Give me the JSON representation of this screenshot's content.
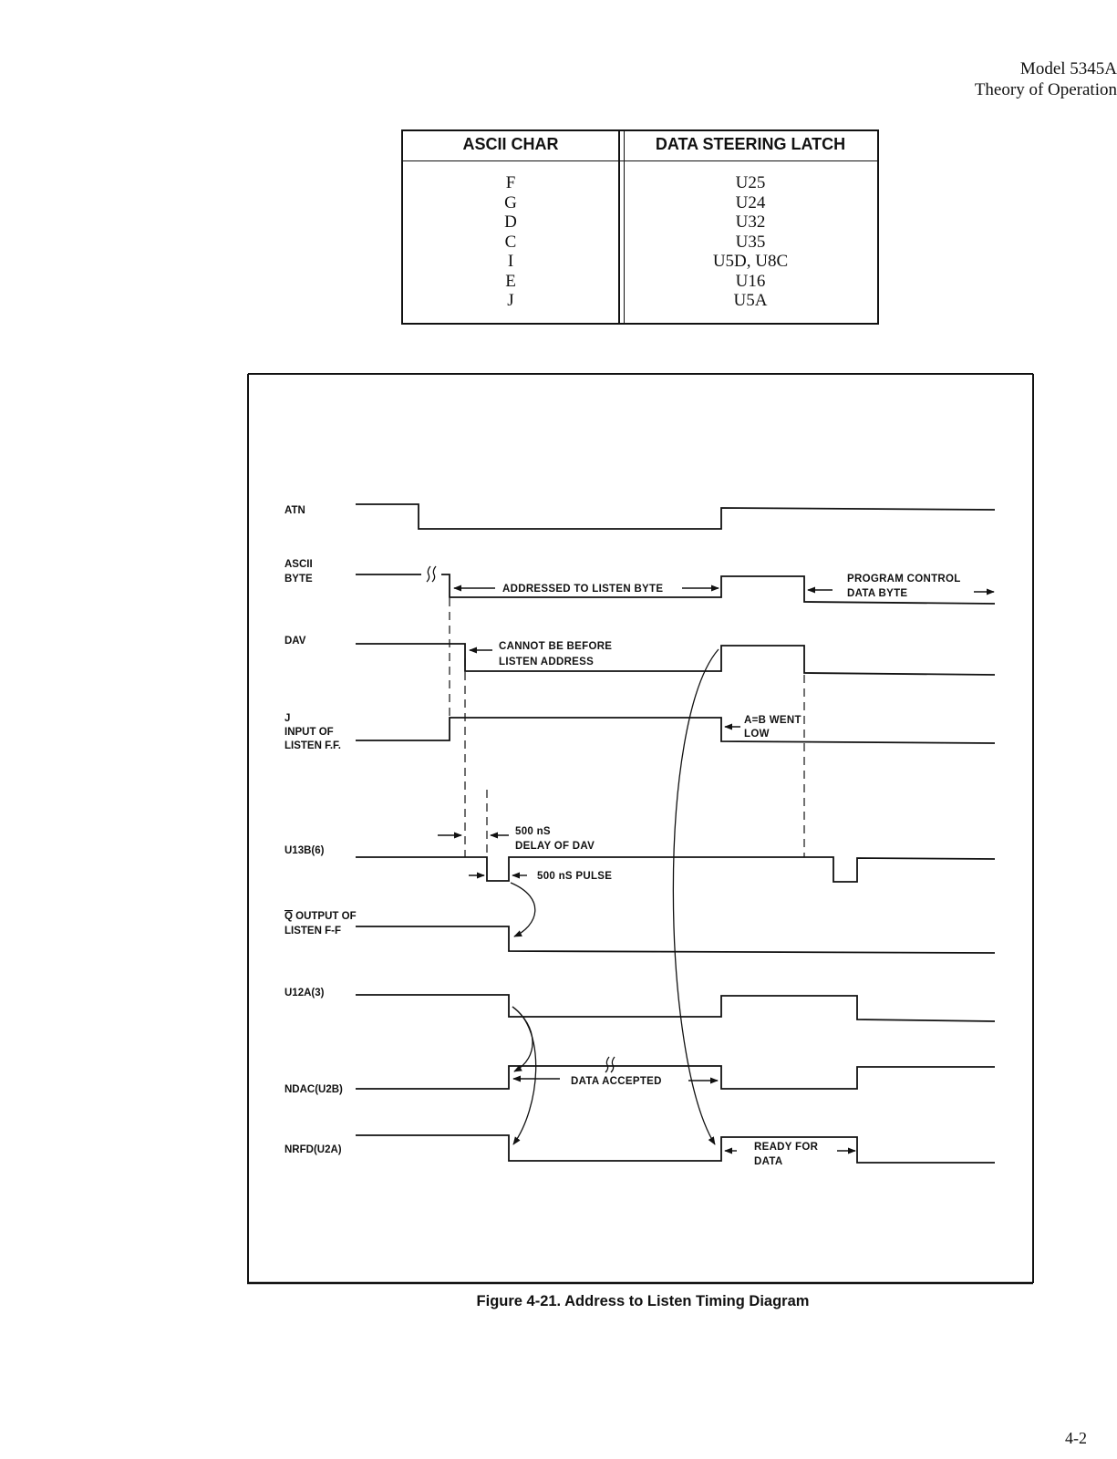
{
  "header": {
    "model": "Model 5345A",
    "section": "Theory of Operation"
  },
  "table": {
    "headers": [
      "ASCII CHAR",
      "DATA STEERING LATCH"
    ],
    "rows": [
      [
        "F",
        "U25"
      ],
      [
        "G",
        "U24"
      ],
      [
        "D",
        "U32"
      ],
      [
        "C",
        "U35"
      ],
      [
        "I",
        "U5D, U8C"
      ],
      [
        "E",
        "U16"
      ],
      [
        "J",
        "U5A"
      ]
    ]
  },
  "diagram": {
    "signals": {
      "atn": "ATN",
      "ascii_1": "ASCII",
      "ascii_2": "BYTE",
      "dav": "DAV",
      "j_1": "J",
      "j_2": "INPUT OF",
      "j_3": "LISTEN F.F.",
      "u13b": "U13B(6)",
      "qbar_sym": "Q",
      "qbar_1": " OUTPUT OF",
      "qbar_2": "LISTEN F-F",
      "u12a": "U12A(3)",
      "ndac": "NDAC(U2B)",
      "nrfd": "NRFD(U2A)"
    },
    "annotations": {
      "addressed": "ADDRESSED TO LISTEN BYTE",
      "program_1": "PROGRAM CONTROL",
      "program_2": "DATA BYTE",
      "cannot_1": "CANNOT BE BEFORE",
      "cannot_2": "LISTEN ADDRESS",
      "ab_1": "A=B WENT",
      "ab_2": "LOW",
      "delay_1": "500 nS",
      "delay_2": "DELAY OF DAV",
      "pulse": "500 nS PULSE",
      "accepted": "DATA ACCEPTED",
      "ready_1": "READY FOR",
      "ready_2": "DATA"
    }
  },
  "caption": "Figure 4-21.  Address to Listen Timing Diagram",
  "page_number": "4-2"
}
